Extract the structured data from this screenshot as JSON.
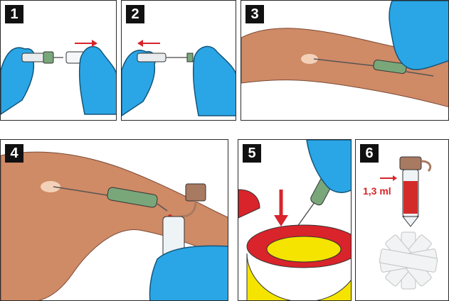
{
  "steps": [
    {
      "number": "1"
    },
    {
      "number": "2"
    },
    {
      "number": "3"
    },
    {
      "number": "4"
    },
    {
      "number": "5"
    },
    {
      "number": "6"
    }
  ],
  "step6": {
    "volume_label": "1,3 ml"
  },
  "colors": {
    "glove": "#2aa6e6",
    "skin": "#cf8a66",
    "blood": "#d32a2a",
    "arrow": "#d8242a",
    "container_red": "#d8242a",
    "container_yellow": "#f4e400",
    "needle_hub": "#79a77a",
    "badge": "#111111"
  }
}
